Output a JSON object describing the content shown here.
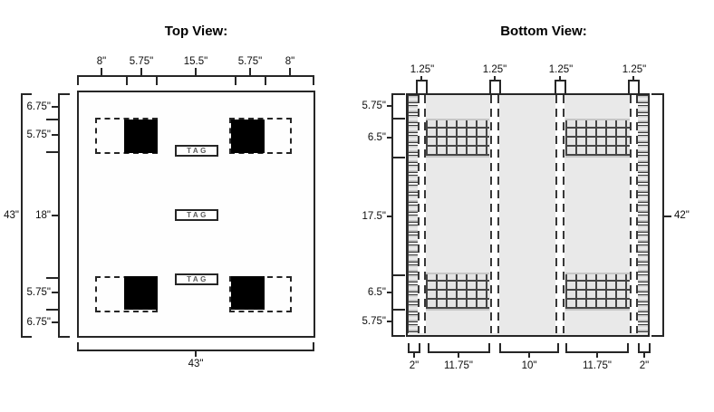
{
  "top_view": {
    "title": "Top View:",
    "top_dims": [
      "8\"",
      "5.75\"",
      "15.5\"",
      "5.75\"",
      "8\""
    ],
    "left_dims": [
      "6.75\"",
      "5.75\"",
      "18\"",
      "5.75\"",
      "6.75\""
    ],
    "overall_height": "43\"",
    "bottom_width": "43\"",
    "tags": [
      "TAG",
      "TAG",
      "TAG"
    ]
  },
  "bottom_view": {
    "title": "Bottom View:",
    "top_dims": [
      "1.25\"",
      "1.25\"",
      "1.25\"",
      "1.25\""
    ],
    "left_dims": [
      "5.75\"",
      "6.5\"",
      "17.5\"",
      "6.5\"",
      "5.75\""
    ],
    "right_height": "42\"",
    "bottom_dims": [
      "2\"",
      "11.75\"",
      "10\"",
      "11.75\"",
      "2\""
    ]
  },
  "colors": {
    "ink": "#262626",
    "panel_gray": "#e9e9e9",
    "mesh_cell": "#e4e4e4",
    "mesh_grid": "#454545",
    "square_black": "#000000",
    "background": "#ffffff"
  }
}
